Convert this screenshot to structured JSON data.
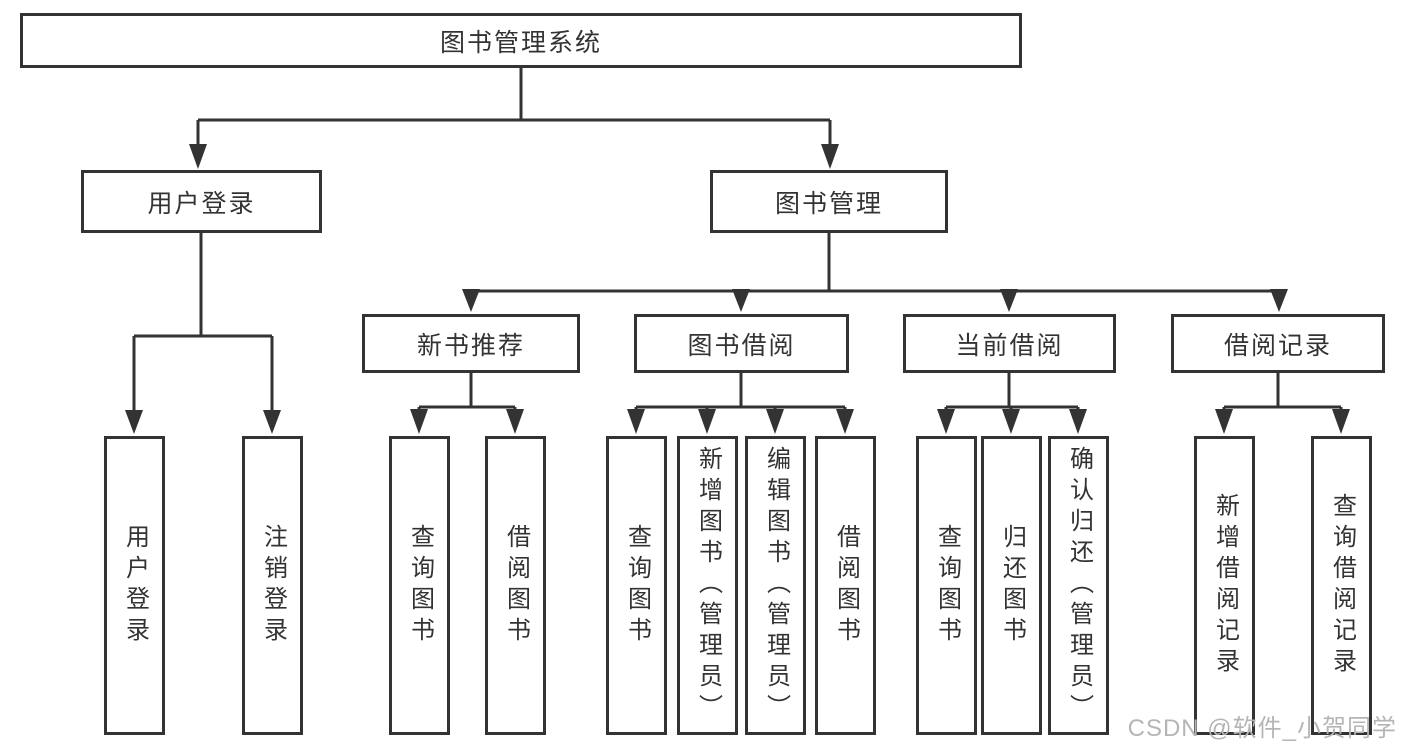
{
  "diagram": {
    "title": "图书管理系统",
    "root": {
      "label": "图书管理系统"
    },
    "level2": [
      {
        "label": "用户登录"
      },
      {
        "label": "图书管理"
      }
    ],
    "level3": [
      {
        "label": "新书推荐"
      },
      {
        "label": "图书借阅"
      },
      {
        "label": "当前借阅"
      },
      {
        "label": "借阅记录"
      }
    ],
    "leaves": {
      "user_login": [
        {
          "label": "用户登录"
        },
        {
          "label": "注销登录"
        }
      ],
      "new_book": [
        {
          "label": "查询图书"
        },
        {
          "label": "借阅图书"
        }
      ],
      "book_borrow": [
        {
          "label": "查询图书"
        },
        {
          "label": "新增图书（管理员）"
        },
        {
          "label": "编辑图书（管理员）"
        },
        {
          "label": "借阅图书"
        }
      ],
      "current_borrow": [
        {
          "label": "查询图书"
        },
        {
          "label": "归还图书"
        },
        {
          "label": "确认归还（管理员）"
        }
      ],
      "borrow_record": [
        {
          "label": "新增借阅记录"
        },
        {
          "label": "查询借阅记录"
        }
      ]
    }
  },
  "watermark": {
    "text": "CSDN @软件_小贺同学"
  },
  "colors": {
    "line": "#333333",
    "text": "#333333",
    "box_background": "#ffffff",
    "watermark": "#b5b5b5",
    "page_background": "#ffffff"
  }
}
